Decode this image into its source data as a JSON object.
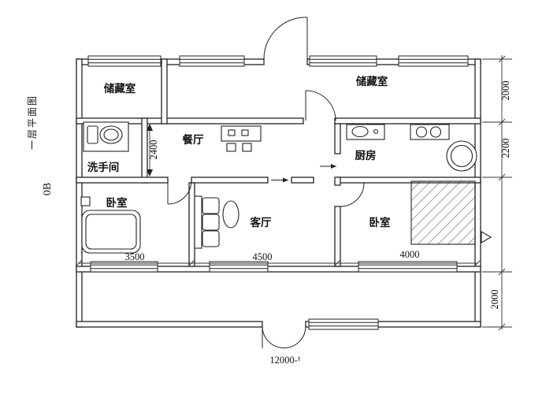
{
  "drawing": {
    "type": "residential floor plan",
    "rooms": {
      "storage_left": "储藏室",
      "storage_right": "储藏室",
      "dining": "餐厅",
      "kitchen": "厨房",
      "bathroom": "洗手间",
      "bedroom_left": "卧室",
      "living_room": "客厅",
      "bedroom_right": "卧室"
    },
    "dimensions": {
      "right_top": "2000",
      "right_middle": "2200",
      "right_bottom": "2000",
      "width_left": "3500",
      "width_middle": "4500",
      "width_right": "4000",
      "width_total": "12000-¹",
      "dining_depth": "2400"
    },
    "margin_notes": {
      "caption": "一层平面图",
      "code": "0B"
    },
    "colors": {
      "line": "#222222",
      "background": "#ffffff"
    }
  }
}
